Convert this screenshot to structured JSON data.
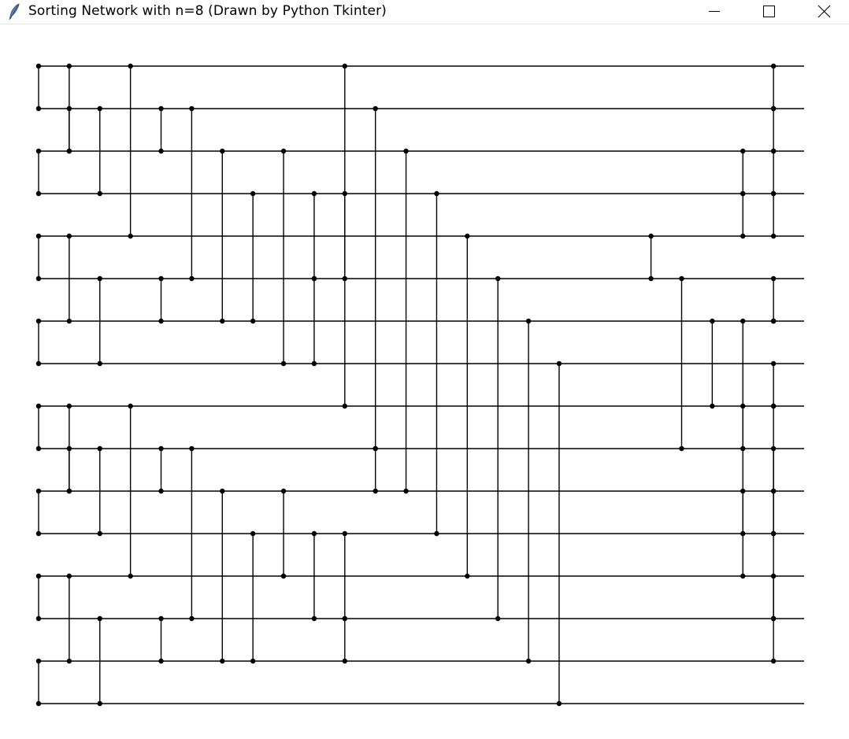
{
  "window": {
    "title": "Sorting Network with n=8 (Drawn by Python Tkinter)",
    "app_icon": "feather-icon",
    "controls": [
      "minimize-icon",
      "maximize-icon",
      "close-icon"
    ]
  },
  "network": {
    "wire_count": 16,
    "line_color": "#000000",
    "background": "#ffffff",
    "comparators": [
      [
        0,
        1,
        0
      ],
      [
        0,
        2,
        1
      ],
      [
        0,
        4,
        3
      ],
      [
        0,
        8,
        10
      ],
      [
        1,
        3,
        2
      ],
      [
        1,
        2,
        4
      ],
      [
        1,
        5,
        5
      ],
      [
        1,
        9,
        11
      ],
      [
        1,
        0,
        24
      ],
      [
        2,
        3,
        0
      ],
      [
        2,
        1,
        1
      ],
      [
        2,
        6,
        6
      ],
      [
        2,
        7,
        8
      ],
      [
        2,
        10,
        12
      ],
      [
        2,
        3,
        23
      ],
      [
        2,
        1,
        24
      ],
      [
        3,
        6,
        7
      ],
      [
        3,
        5,
        9
      ],
      [
        3,
        5,
        10
      ],
      [
        3,
        11,
        13
      ],
      [
        3,
        2,
        24
      ],
      [
        4,
        5,
        0
      ],
      [
        4,
        6,
        1
      ],
      [
        4,
        12,
        14
      ],
      [
        4,
        5,
        20
      ],
      [
        4,
        3,
        23
      ],
      [
        4,
        3,
        24
      ],
      [
        5,
        7,
        2
      ],
      [
        5,
        6,
        4
      ],
      [
        5,
        7,
        9
      ],
      [
        5,
        13,
        15
      ],
      [
        5,
        9,
        21
      ],
      [
        5,
        6,
        24
      ],
      [
        6,
        7,
        0
      ],
      [
        6,
        14,
        16
      ],
      [
        6,
        8,
        22
      ],
      [
        6,
        9,
        23
      ],
      [
        6,
        6,
        24
      ],
      [
        7,
        15,
        17
      ],
      [
        7,
        8,
        24
      ],
      [
        8,
        9,
        0
      ],
      [
        8,
        10,
        1
      ],
      [
        8,
        12,
        3
      ],
      [
        8,
        11,
        23
      ],
      [
        8,
        10,
        24
      ],
      [
        9,
        11,
        2
      ],
      [
        9,
        10,
        4
      ],
      [
        9,
        13,
        5
      ],
      [
        9,
        10,
        11
      ],
      [
        9,
        11,
        24
      ],
      [
        10,
        11,
        0
      ],
      [
        10,
        9,
        1
      ],
      [
        10,
        14,
        6
      ],
      [
        10,
        12,
        8
      ],
      [
        10,
        12,
        23
      ],
      [
        10,
        11,
        24
      ],
      [
        11,
        14,
        7
      ],
      [
        11,
        13,
        9
      ],
      [
        11,
        13,
        10
      ],
      [
        11,
        13,
        24
      ],
      [
        12,
        13,
        0
      ],
      [
        12,
        14,
        1
      ],
      [
        12,
        13,
        24
      ],
      [
        13,
        15,
        2
      ],
      [
        13,
        14,
        4
      ],
      [
        13,
        14,
        10
      ],
      [
        13,
        14,
        24
      ],
      [
        14,
        15,
        0
      ]
    ]
  }
}
